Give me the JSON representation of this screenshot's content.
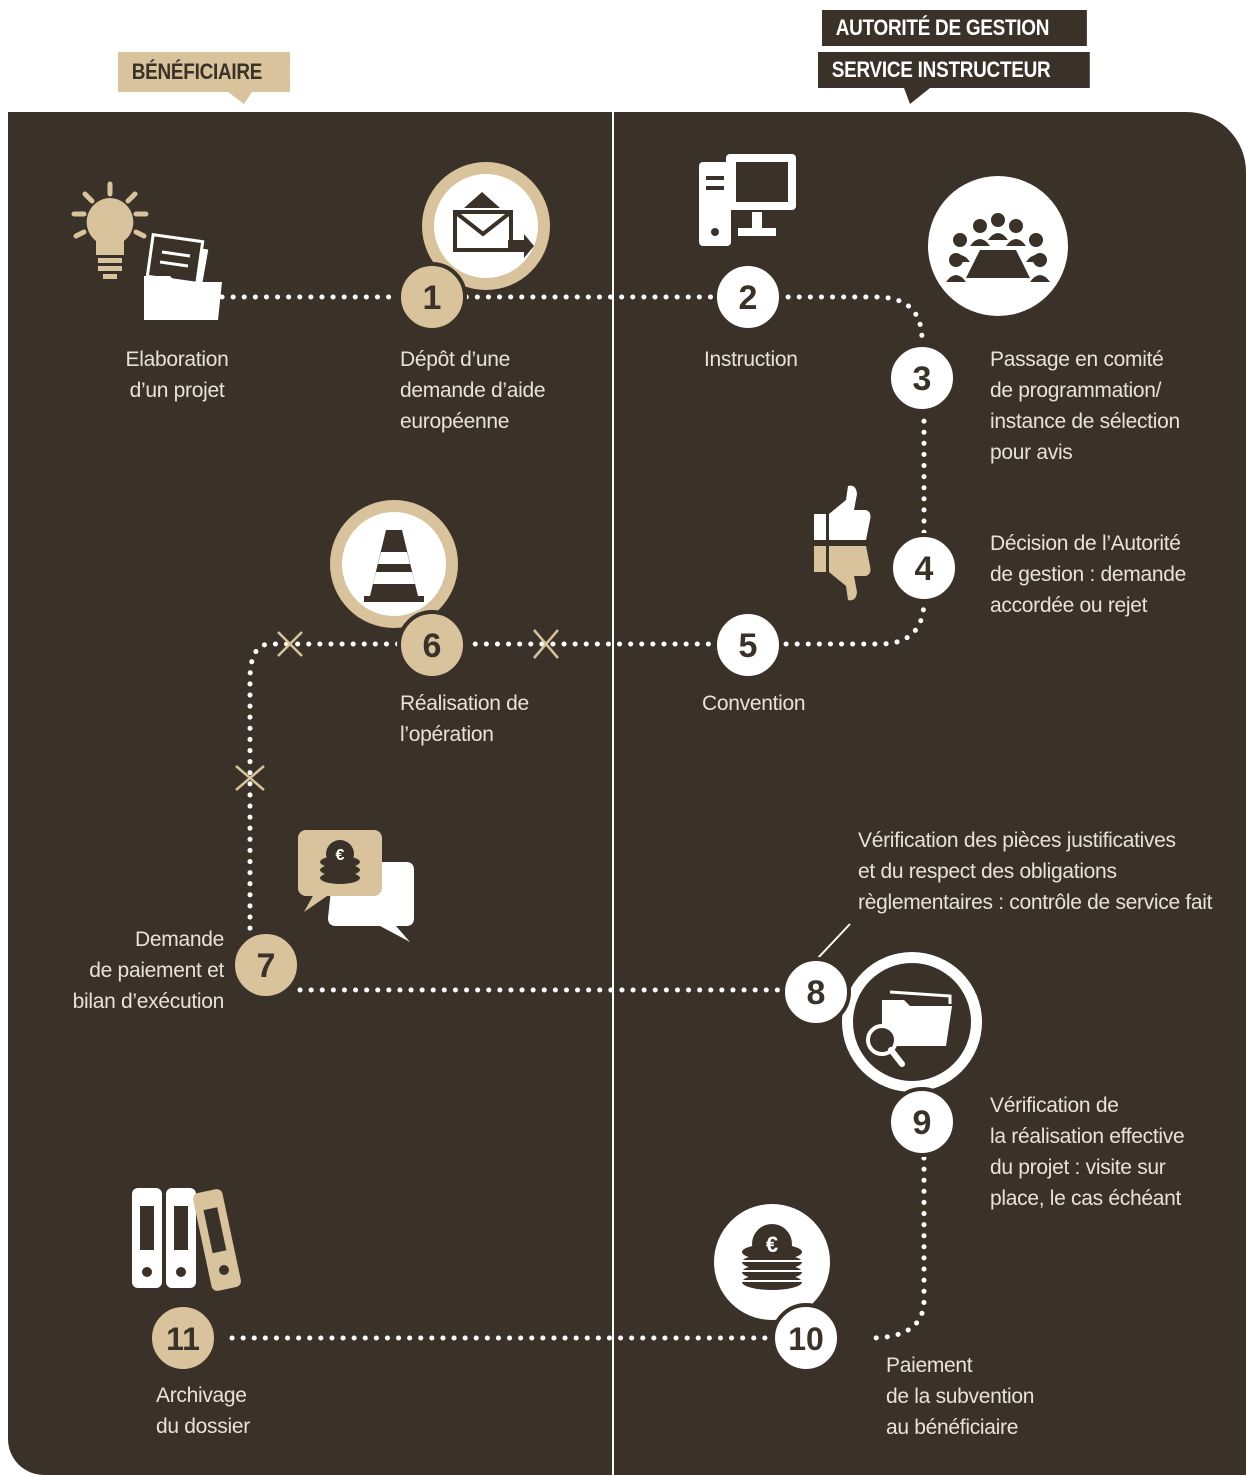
{
  "headers": {
    "beneficiaire": "BÉNÉFICIAIRE",
    "autorite": "AUTORITÉ DE GESTION",
    "service": "SERVICE INSTRUCTEUR"
  },
  "colors": {
    "background": "#3a3129",
    "beige": "#d8c39d",
    "white": "#ffffff",
    "text": "#e9e2d6"
  },
  "steps": [
    {
      "number": "1",
      "label": "Dépôt d’une\ndemande d’aide\neuropéenne",
      "style": "beige",
      "icon": "envelope-icon"
    },
    {
      "number": "2",
      "label": "Instruction",
      "style": "white",
      "icon": "computer-icon"
    },
    {
      "number": "3",
      "label": "Passage en comité\nde programmation/\ninstance de sélection\npour avis",
      "style": "white",
      "icon": "meeting-table-icon"
    },
    {
      "number": "4",
      "label": "Décision de l’Autorité\nde gestion : demande\naccordée ou rejet",
      "style": "white",
      "icon": "thumbs-up-down-icon"
    },
    {
      "number": "5",
      "label": "Convention",
      "style": "white",
      "icon": ""
    },
    {
      "number": "6",
      "label": "Réalisation de\nl’opération",
      "style": "beige",
      "icon": "traffic-cone-icon"
    },
    {
      "number": "7",
      "label": "Demande\nde paiement et\nbilan d’exécution",
      "style": "beige",
      "icon": "chat-euro-icon"
    },
    {
      "number": "8",
      "label": "Vérification des pièces justificatives\net du respect des obligations\nrèglementaires : contrôle de service fait",
      "style": "white",
      "icon": "folder-magnifier-icon"
    },
    {
      "number": "9",
      "label": "Vérification de\nla réalisation effective\ndu projet : visite sur\nplace, le cas échéant",
      "style": "white",
      "icon": ""
    },
    {
      "number": "10",
      "label": "Paiement\nde la subvention\nau bénéficiaire",
      "style": "white",
      "icon": "euro-coins-icon"
    },
    {
      "number": "11",
      "label": "Archivage\ndu dossier",
      "style": "beige",
      "icon": "binders-icon"
    }
  ],
  "start": {
    "label": "Elaboration\nd’un projet",
    "icon": "lightbulb-folder-icon"
  }
}
